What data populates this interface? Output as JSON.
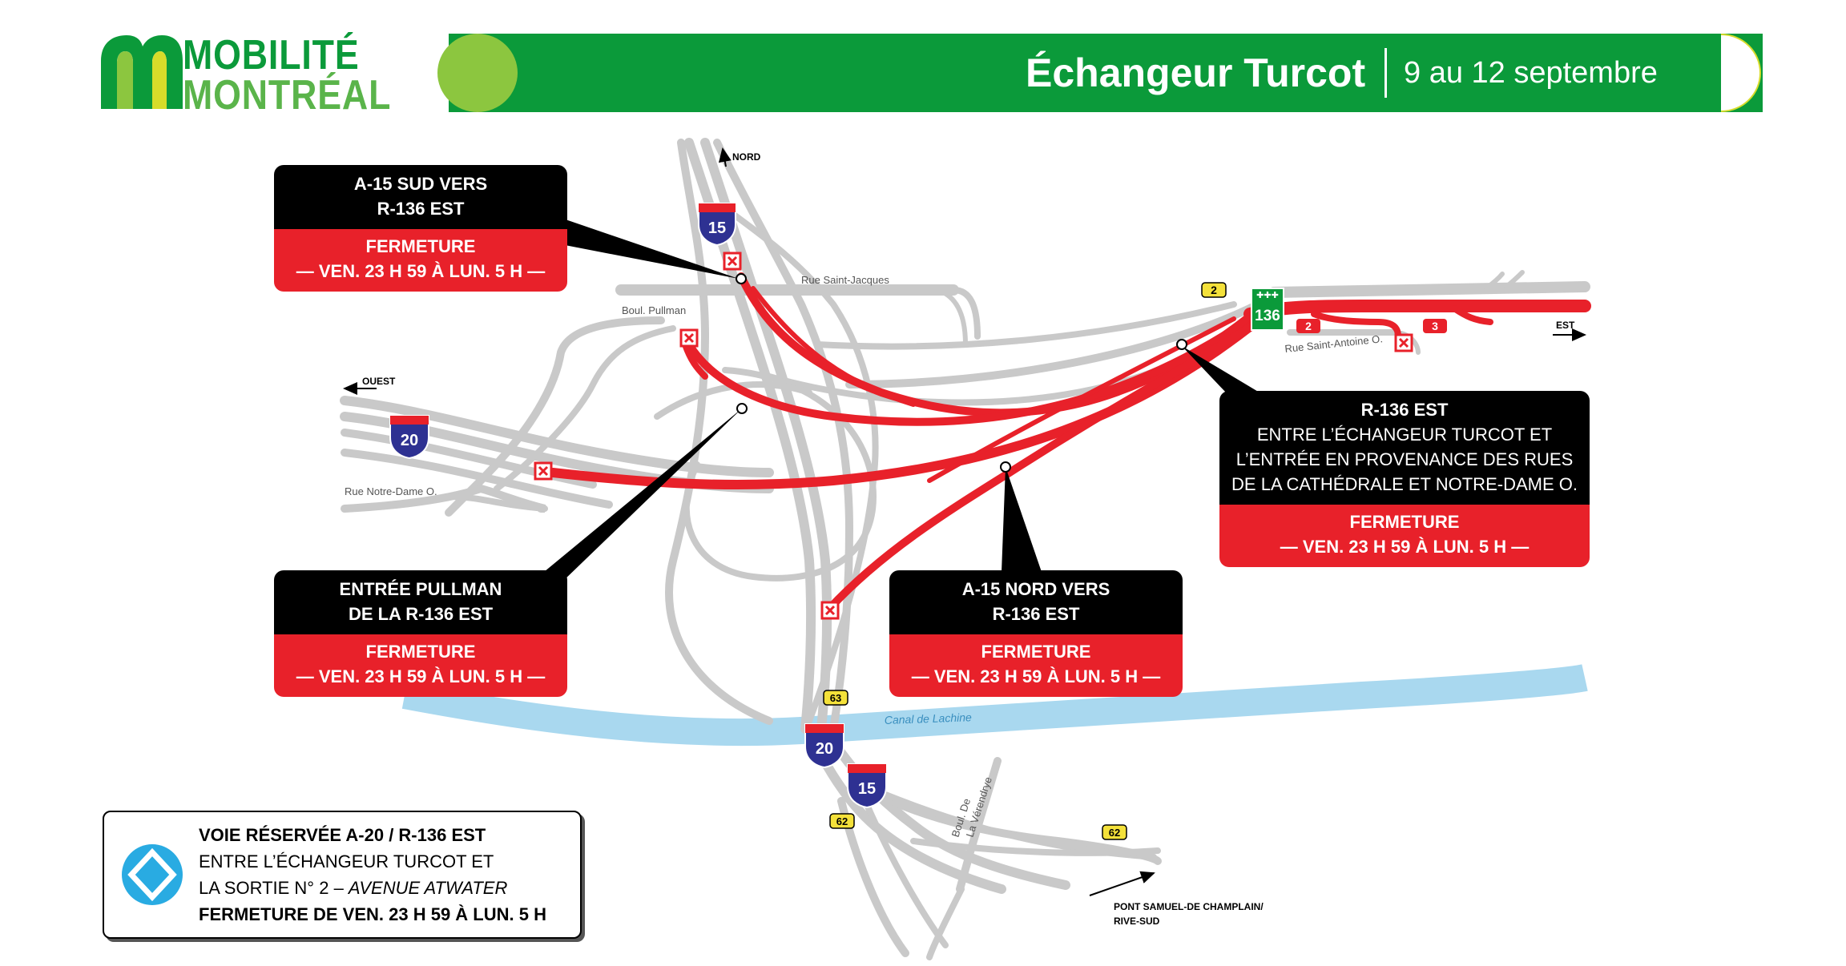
{
  "header": {
    "logo_line1": "MOBILITÉ",
    "logo_line2": "MONTRÉAL",
    "title": "Échangeur Turcot",
    "date_range": "9 au 12 septembre"
  },
  "colors": {
    "brand_green": "#0b9a3a",
    "brand_light_green": "#8cc63f",
    "closure_red": "#e8212a",
    "road_gray": "#c9c9c9",
    "canal_blue": "#a9d8ef"
  },
  "map_labels": {
    "north": "NORD",
    "west": "OUEST",
    "east": "EST",
    "rue_saint_jacques": "Rue Saint-Jacques",
    "boul_pullman": "Boul. Pullman",
    "rue_notre_dame": "Rue Notre-Dame O.",
    "rue_saint_antoine": "Rue Saint-Antoine O.",
    "canal": "Canal de Lachine",
    "boul_verendrye_1": "Boul. De",
    "boul_verendrye_2": "La Vérendrye",
    "pont_1": "PONT SAMUEL-DE CHAMPLAIN/",
    "pont_2": "RIVE-SUD"
  },
  "shields": {
    "a15_top": "15",
    "a20_left": "20",
    "a20_bottom": "20",
    "a15_bottom": "15",
    "r136": "136",
    "exit_2_yellow": "2",
    "exit_2_red": "2",
    "exit_3_red": "3",
    "exit_63": "63",
    "exit_62_left": "62",
    "exit_62_right": "62"
  },
  "callouts": {
    "a15_sud": {
      "head_line1": "A-15 SUD VERS",
      "head_line2": "R-136 EST",
      "status": "FERMETURE",
      "schedule": "— VEN. 23 H 59 À LUN. 5 H —"
    },
    "pullman": {
      "head_line1": "ENTRÉE PULLMAN",
      "head_line2": "DE LA R-136 EST",
      "status": "FERMETURE",
      "schedule": "— VEN. 23 H 59 À LUN. 5 H —"
    },
    "a15_nord": {
      "head_line1": "A-15 NORD VERS",
      "head_line2": "R-136 EST",
      "status": "FERMETURE",
      "schedule": "— VEN. 23 H 59 À LUN. 5 H —"
    },
    "r136": {
      "head_line1": "R-136 EST",
      "head_line2": "ENTRE L’ÉCHANGEUR TURCOT ET",
      "head_line3": "L’ENTRÉE EN PROVENANCE DES RUES",
      "head_line4": "DE LA CATHÉDRALE ET NOTRE-DAME O.",
      "status": "FERMETURE",
      "schedule": "— VEN. 23 H 59 À LUN. 5 H —"
    }
  },
  "legend": {
    "line1": "VOIE RÉSERVÉE A-20 / R-136 EST",
    "line2": "ENTRE L’ÉCHANGEUR TURCOT ET",
    "line3_prefix": "LA SORTIE N° 2 – ",
    "line3_italic": "AVENUE ATWATER",
    "line4": "FERMETURE DE VEN. 23 H 59 À LUN. 5 H"
  }
}
